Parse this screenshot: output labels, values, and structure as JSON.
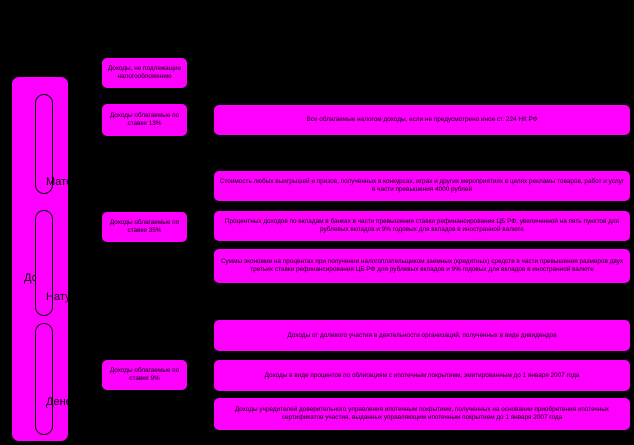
{
  "left": {
    "main_label": "До",
    "pill_labels": [
      "Матери",
      "Натура",
      "Дене"
    ]
  },
  "middle": {
    "not_taxed": "Доходы, не подлежащие налогообложению",
    "rate_13": "Доходы облагаемые по ставке 13%",
    "rate_35": "Доходы облагаемые по ставке 35%",
    "rate_9": "Доходы облагаемые по ставке 9%"
  },
  "right": {
    "all_income": "Все облагаемые налогом доходы, если не предусмотрено иное ст. 224 НК РФ",
    "prizes": "Стоимость любых выигрышей и призов, полученных в конкурсах, играх и других мероприятиях в целях рекламы товаров, работ и услуг в части превышения 4000 рублей",
    "deposits": "Процентных доходов по вкладам в банках в части превышения ставки рефинансирования ЦБ РФ, увеличенной на пять пунктов для рублевых вкладов и 9% годовых для вкладов в иностранной валюте",
    "savings": "Суммы экономии на процентах при получении налогоплательщиком заемных (кредитных) средств в части превышения размеров двух третьих ставки рефинансирования ЦБ РФ для рублевых вкладов и 9% годовых для вкладов в иностранной валюте",
    "dividends": "Доходы от долевого участия в деятельности организаций, полученных в виде дивидендов",
    "mortgage_bonds": "Доходы в виде процентов по облигациям с ипотечным покрытием, эмитированным до 1 января 2007 года",
    "trust": "Доходы учредителей доверительного управления ипотечным покрытием, полученных на основании приобретения ипотечных сертификатов участия, выданных управляющим ипотечным покрытием до 1 января 2007 года"
  },
  "colors": {
    "box": "#ff00ff",
    "background": "#000000",
    "line": "#000000"
  }
}
